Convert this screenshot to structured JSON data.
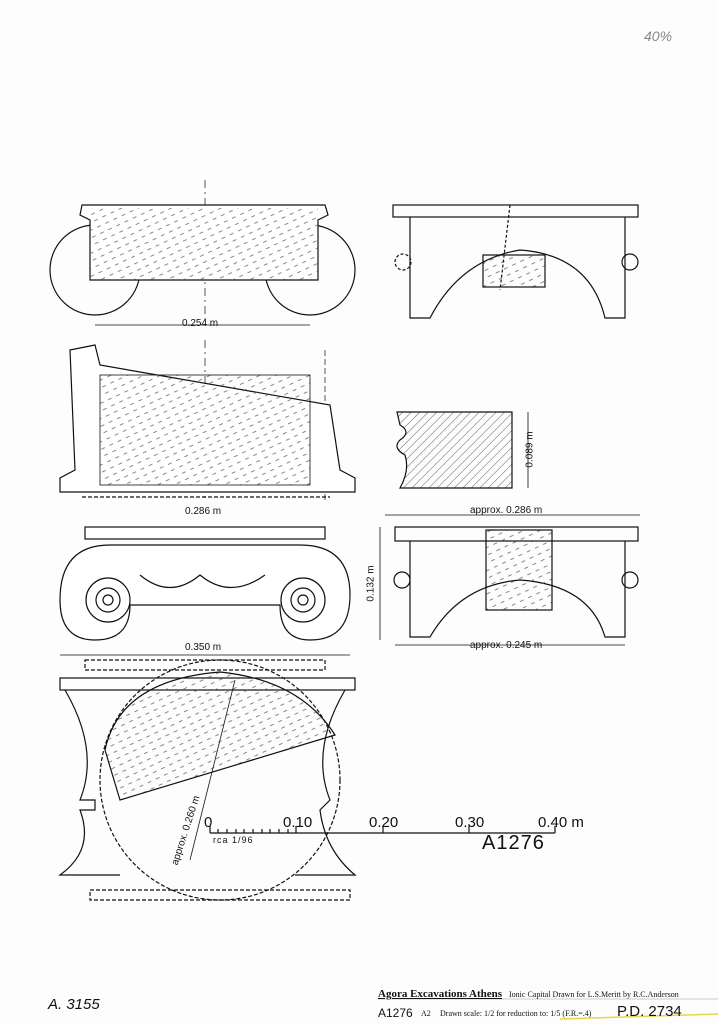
{
  "annotations": {
    "percent": "40%",
    "inventory": "A. 3155"
  },
  "dimensions": {
    "top_width": "0.254 m",
    "side_width": "0.286 m",
    "profile_height": "0.089 m",
    "approx_top": "approx. 0.286 m",
    "front_width": "0.286 m",
    "front_height": "0.132 m",
    "approx_bottom": "approx. 0.245 m",
    "overall_width": "0.350 m",
    "diameter": "approx. 0.260 m"
  },
  "scale_bar": {
    "ticks": [
      "0",
      "0.10",
      "0.20",
      "0.30",
      "0.40 m"
    ],
    "initials": "rca 1/96",
    "catalog": "A1276"
  },
  "title_block": {
    "heading": "Agora Excavations Athens",
    "description": "Ionic Capital Drawn for L.S.Meritt by R.C.Anderson",
    "number": "A1276",
    "sheet": "A2",
    "scale_note": "Drawn scale: 1/2 for reduction to: 1/5 (F.R.=.4)",
    "plate": "P.D. 2734"
  }
}
